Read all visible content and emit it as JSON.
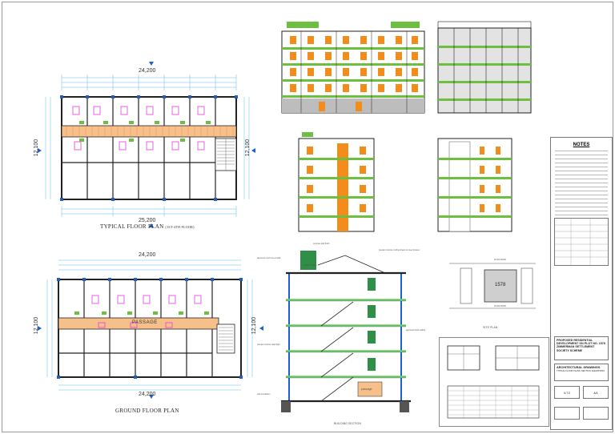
{
  "plans": {
    "typical": {
      "title": "TYPICAL FLOOR PLAN",
      "subtitle": "(1ST-4TH FLOOR)",
      "width_top": "24,200",
      "width_bottom": "25,200",
      "depth_left": "12,100",
      "depth_right": "12,100"
    },
    "ground": {
      "title": "GROUND FLOOR PLAN",
      "width_top": "24,200",
      "width_bottom": "24,200",
      "depth_left": "12,100",
      "depth_right": "12,100",
      "passage_label": "PASSAGE"
    }
  },
  "section": {
    "title": "BUILDING SECTION",
    "label_tank": "water tank",
    "label_passage": "passage",
    "annotations": [
      "concrete slab finish",
      "precast concrete roofing sheets on steel trusses",
      "approved mesh screed slab",
      "precast concrete stair flight",
      "approved block walling",
      "strip foundation"
    ]
  },
  "site": {
    "plot_label": "1578",
    "road_top": "20 000 ROAD",
    "road_bottom": "20 000 ROAD",
    "title": "SITE PLAN"
  },
  "notes": {
    "title": "NOTES"
  },
  "title_block": {
    "project": "PROPOSED RESIDENTIAL DEVELOPMENT ON PLOT NO. 1578 ZIMMERMAN SETTLEMENT SOCIETY SCHEME",
    "drawing": "ARCHITECTURAL DRAWINGS",
    "drawing_sub": "TYPICAL FLOOR PLANS, SECTION, ELEVATIONS",
    "scale": "N.T.S",
    "sheet": "A/A"
  },
  "colors": {
    "frame": "#b8b8b8",
    "wall": "#222222",
    "grid": "#3aa7e8",
    "orange": "#f28c1a",
    "green": "#6cbf3f",
    "magenta": "#e33be0",
    "dark_green": "#2f8f46",
    "grey": "#cfcfcf"
  }
}
